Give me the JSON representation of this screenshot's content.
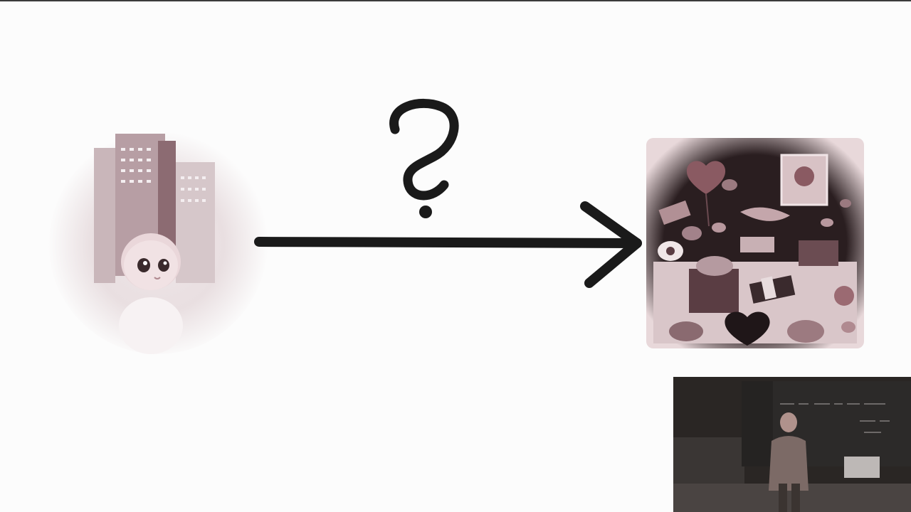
{
  "slide": {
    "background": "#fcfcfc",
    "ink": "#1a1a1a",
    "tint": "#7a5a5e"
  },
  "panels": {
    "left_image": "baby-in-city-illustration",
    "center_glyph": "question-mark-arrow",
    "right_image": "collage-of-desired-objects",
    "inset": "lecturer-video-feed"
  }
}
